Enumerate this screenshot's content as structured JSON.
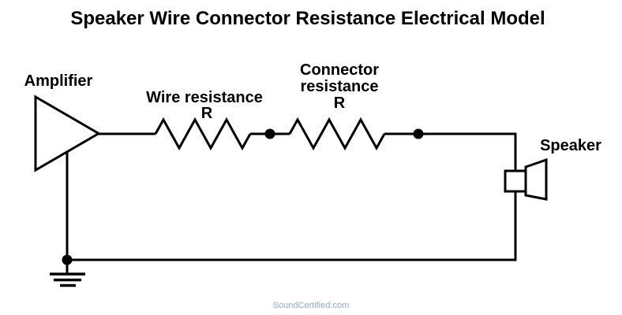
{
  "title": "Speaker Wire Connector Resistance Electrical Model",
  "diagram": {
    "type": "circuit-schematic",
    "description": "Series circuit: amplifier output through wire resistance R and connector resistance R to speaker, returning to amplifier ground",
    "labels": {
      "amplifier": "Amplifier",
      "wire_resistance": "Wire resistance",
      "wire_resistance_value": "R",
      "connector_resistance_line1": "Connector",
      "connector_resistance_line2": "resistance",
      "connector_resistance_value": "R",
      "speaker": "Speaker"
    },
    "components": [
      {
        "name": "amplifier",
        "symbol": "triangle"
      },
      {
        "name": "wire-resistance",
        "symbol": "resistor-zigzag",
        "value": "R"
      },
      {
        "name": "junction-1",
        "symbol": "dot"
      },
      {
        "name": "connector-resistance",
        "symbol": "resistor-zigzag",
        "value": "R"
      },
      {
        "name": "junction-2",
        "symbol": "dot"
      },
      {
        "name": "speaker",
        "symbol": "speaker-driver"
      },
      {
        "name": "ground",
        "symbol": "earth-ground"
      }
    ]
  },
  "watermark": {
    "text": "SoundCertified.com",
    "color": "#8fa8e2"
  },
  "colors": {
    "background": "#ffffff",
    "line": "#000000",
    "watermark": "#8fa8e2"
  }
}
